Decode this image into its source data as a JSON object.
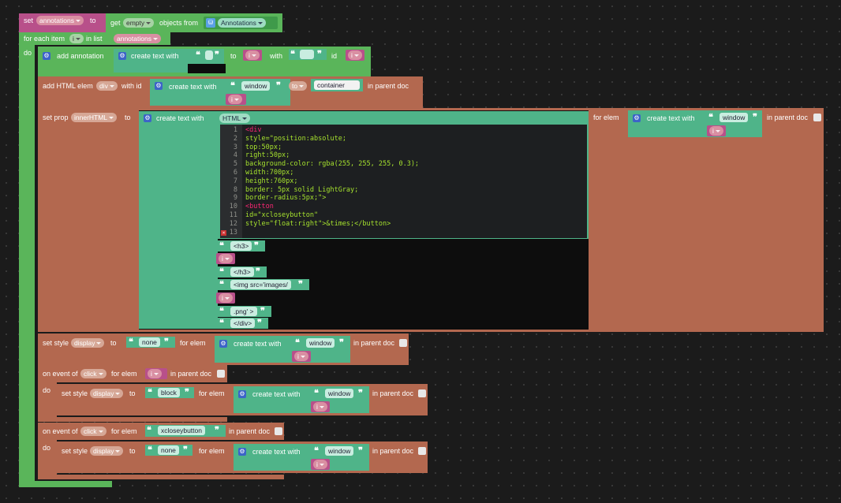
{
  "set_block": {
    "set": "set",
    "var": "annotations",
    "to": "to",
    "get": "get",
    "empty": "empty",
    "objects_from": "objects from",
    "source": "Annotations"
  },
  "for_each": {
    "for_each_item": "for each item",
    "var": "i",
    "in_list": "in list",
    "list": "annotations",
    "do": "do"
  },
  "add_annotation": {
    "label": "add annotation",
    "create_text_with": "create text with",
    "to": "to",
    "var": "i",
    "with": "with",
    "id": "id",
    "var2": "i"
  },
  "add_html": {
    "label": "add HTML elem",
    "elem_type": "div",
    "with_id": "with id",
    "create_text_with": "create text with",
    "window": "window",
    "to": "to",
    "container": "container",
    "in_parent_doc": "in parent doc",
    "var": "i"
  },
  "set_prop": {
    "label": "set prop",
    "prop": "innerHTML",
    "to": "to",
    "create_text_with": "create text with",
    "mode": "HTML",
    "for_elem": "for elem",
    "create_text_with2": "create text with",
    "window": "window",
    "var": "i",
    "in_parent_doc": "in parent doc"
  },
  "code": {
    "lines": [
      {
        "n": "1",
        "text": "<div",
        "cls": "tagc"
      },
      {
        "n": "2",
        "text": "style=\"position:absolute;",
        "cls": "attr"
      },
      {
        "n": "3",
        "text": "top:50px;",
        "cls": "attr"
      },
      {
        "n": "4",
        "text": "right:50px;",
        "cls": "attr"
      },
      {
        "n": "5",
        "text": "background-color: rgba(255, 255, 255, 0.3);",
        "cls": "attr"
      },
      {
        "n": "6",
        "text": "width:700px;",
        "cls": "attr"
      },
      {
        "n": "7",
        "text": "height:760px;",
        "cls": "attr"
      },
      {
        "n": "8",
        "text": "border: 5px solid LightGray;",
        "cls": "attr"
      },
      {
        "n": "9",
        "text": "border-radius:5px;\">",
        "cls": "attr"
      },
      {
        "n": "10",
        "text": "<button",
        "cls": "tagc"
      },
      {
        "n": "11",
        "text": "id=\"xcloseybutton\"",
        "cls": "attr"
      },
      {
        "n": "12",
        "text": "style=\"float:right\">&times;</button>",
        "cls": "attr"
      },
      {
        "n": "13",
        "text": "",
        "cls": "attr"
      }
    ]
  },
  "text_items": {
    "h3_open": "<h3>",
    "var1": "i",
    "h3_close": "</h3>",
    "img": "<img src='images/",
    "var2": "i",
    "png": ".png' >",
    "div_close": "</div>"
  },
  "set_style1": {
    "label": "set style",
    "prop": "display",
    "to": "to",
    "value": "none",
    "for_elem": "for elem",
    "create_text_with": "create text with",
    "window": "window",
    "var": "i",
    "in_parent_doc": "in parent doc"
  },
  "event1": {
    "on_event_of": "on event of",
    "event": "click",
    "for_elem": "for elem",
    "var": "i",
    "in_parent_doc": "in parent doc",
    "do": "do",
    "style": {
      "label": "set style",
      "prop": "display",
      "to": "to",
      "value": "block",
      "for_elem": "for elem",
      "create_text_with": "create text with",
      "window": "window",
      "var": "i",
      "in_parent_doc": "in parent doc"
    }
  },
  "event2": {
    "on_event_of": "on event of",
    "event": "click",
    "for_elem": "for elem",
    "elem": "xcloseybutton",
    "in_parent_doc": "in parent doc",
    "do": "do",
    "style": {
      "label": "set style",
      "prop": "display",
      "to": "to",
      "value": "none",
      "for_elem": "for elem",
      "create_text_with": "create text with",
      "window": "window",
      "var": "i",
      "in_parent_doc": "in parent doc"
    }
  },
  "glyphs": {
    "open_quote": "❝",
    "close_quote": "❞",
    "gear": "⚙",
    "db": "⛁",
    "times": "×"
  },
  "colors": {
    "variables": "#b8508a",
    "loops": "#5ab55a",
    "text": "#4fb489",
    "html": "#b3684f"
  }
}
